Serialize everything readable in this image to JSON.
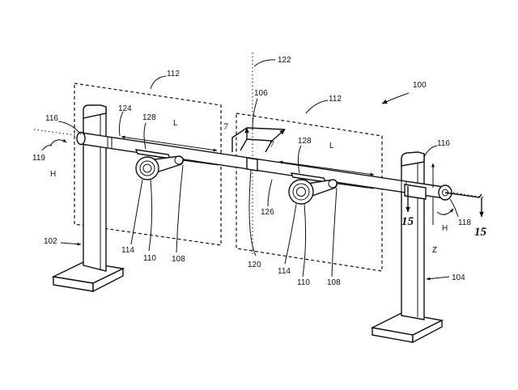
{
  "labels": {
    "stand_system": "100",
    "left_stand": "102",
    "right_stand": "104",
    "joint_gap": "106",
    "arm_right": "108",
    "arm_left": "108",
    "hub_left": "110",
    "hub_right": "110",
    "region_left": "112",
    "region_right": "112",
    "mount_left": "114",
    "mount_right": "114",
    "end_left": "116",
    "end_right": "116",
    "tip": "118",
    "axis_left": "119",
    "coupling": "120",
    "center_line": "122",
    "rod_left": "124",
    "rod_right": "126",
    "slot_left": "128",
    "slot_right": "128",
    "travel_left": "L",
    "travel_right": "L",
    "rotation_left": "H",
    "rotation_right": "H",
    "z_axis": "Z"
  },
  "section_marks": {
    "top_left": "7",
    "top_right": "7",
    "bottom_left": "15",
    "bottom_right": "15"
  }
}
